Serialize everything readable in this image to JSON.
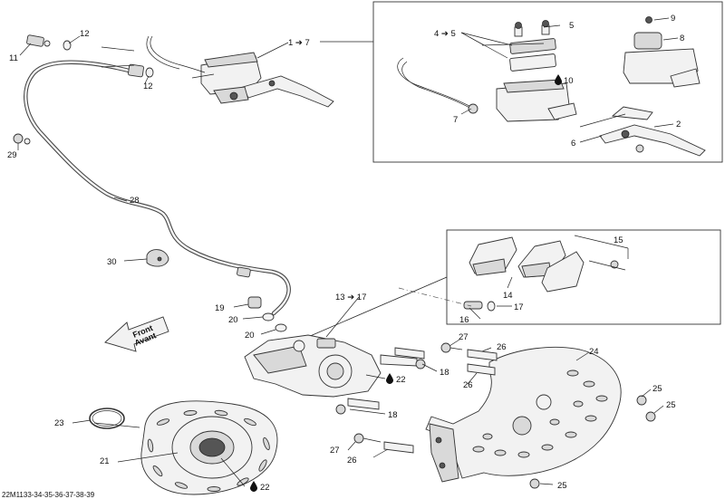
{
  "callouts": {
    "c_11": "11",
    "c_12a": "12",
    "c_12b": "12",
    "c_1to7": "1 ➔ 7",
    "c_4to5": "4 ➔ 5",
    "c_5": "5",
    "c_9": "9",
    "c_8": "8",
    "c_10": "10",
    "c_7": "7",
    "c_2": "2",
    "c_6": "6",
    "c_29": "29",
    "c_28": "28",
    "c_30": "30",
    "c_15": "15",
    "c_14": "14",
    "c_13to17": "13 ➔ 17",
    "c_16": "16",
    "c_17": "17",
    "c_19": "19",
    "c_20a": "20",
    "c_20b": "20",
    "c_27a": "27",
    "c_26a": "26",
    "c_24": "24",
    "c_22a": "22",
    "c_18a": "18",
    "c_26b": "26",
    "c_25a": "25",
    "c_25b": "25",
    "c_18b": "18",
    "c_23": "23",
    "c_21": "21",
    "c_27b": "27",
    "c_26c": "26",
    "c_22b": "22",
    "c_25c": "25"
  },
  "front_arrow": {
    "line1": "Front",
    "line2": "Avant"
  },
  "footer_code": "22M1133-34-35-36-37-38-39",
  "icons": {
    "thread_lock": "thread-locker-drop-icon"
  }
}
